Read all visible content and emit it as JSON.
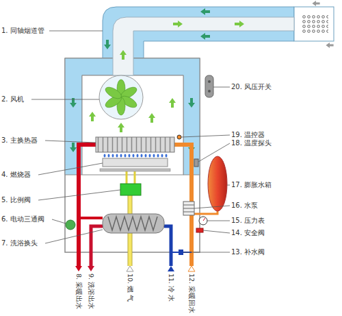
{
  "diagram": {
    "labels": [
      "1. 同轴烟道管",
      "2. 风机",
      "3. 主换热器",
      "4. 燃烧器",
      "5. 比例阀",
      "6. 电动三通阀",
      "7. 洗浴换头",
      "20. 风压开关",
      "19. 温控器",
      "18. 温度探头",
      "17. 膨胀水箱",
      "16. 水泵",
      "15. 压力表",
      "14. 安全阀",
      "13. 补水阀",
      "8. 采暖出水",
      "9. 洗浴出水",
      "10. 燃 气",
      "11. 冷 水",
      "12. 采暖回水"
    ]
  }
}
